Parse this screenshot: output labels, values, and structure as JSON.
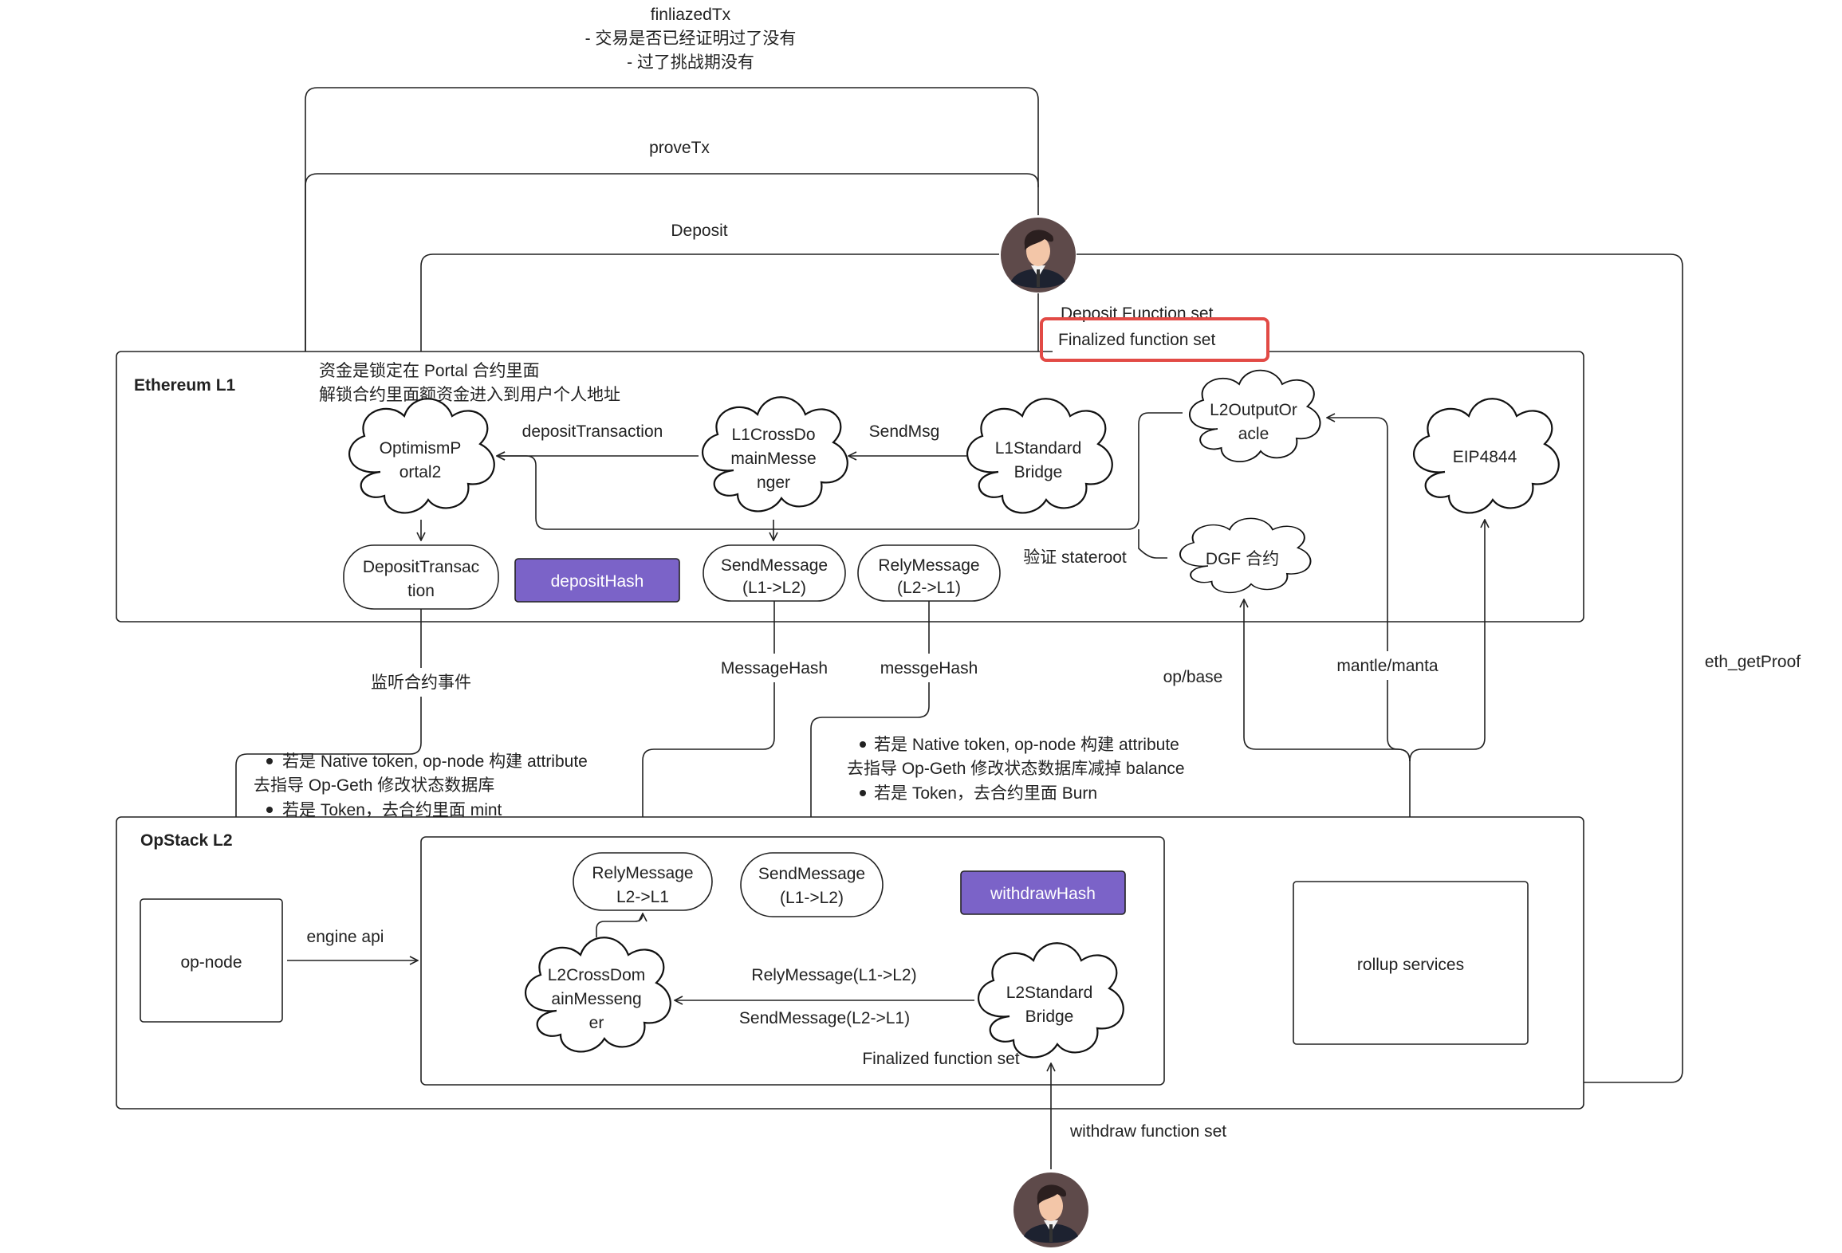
{
  "top_note": {
    "title": "finliazedTx",
    "line1": "- 交易是否已经证明过了没有",
    "line2": "- 过了挑战期没有"
  },
  "flows": {
    "prove": "proveTx",
    "deposit": "Deposit",
    "deposit_fn": "Deposit Function set",
    "finalized_fn": "Finalized function set",
    "deposit_tx": "depositTransaction",
    "send_msg": "SendMsg",
    "verify_stateroot": "验证 stateroot",
    "eth_getproof": "eth_getProof",
    "op_base": "op/base",
    "mantle_manta": "mantle/manta",
    "listen_events": "监听合约事件",
    "message_hash": "MessageHash",
    "messge_hash": "messgeHash",
    "engine_api": "engine api",
    "rely_l1_l2": "RelyMessage(L1->L2)",
    "send_l2_l1": "SendMessage(L2->L1)",
    "finalized_fn_l2": "Finalized function set",
    "withdraw_fn": "withdraw function set"
  },
  "notes": {
    "portal_line1": "资金是锁定在 Portal 合约里面",
    "portal_line2": "解锁合约里面额资金进入到用户个人地址",
    "left_bullet1": "若是 Native token, op-node 构建 attribute",
    "left_line2": "去指导 Op-Geth 修改状态数据库",
    "left_bullet2": "若是 Token，去合约里面 mint",
    "right_bullet1": "若是 Native token, op-node 构建 attribute",
    "right_line2": "去指导 Op-Geth 修改状态数据库减掉 balance",
    "right_bullet2": "若是 Token，去合约里面 Burn"
  },
  "l1": {
    "title": "Ethereum L1",
    "portal": [
      "OptimismP",
      "ortal2"
    ],
    "l1_messenger": [
      "L1CrossDo",
      "mainMesse",
      "nger"
    ],
    "l1_bridge": [
      "L1Standard",
      "Bridge"
    ],
    "oracle": [
      "L2OutputOr",
      "acle"
    ],
    "eip": "EIP4844",
    "dgf": "DGF 合约",
    "deposit_tx_box": [
      "DepositTransac",
      "tion"
    ],
    "deposit_hash": "depositHash",
    "send_message": [
      "SendMessage",
      "(L1->L2)"
    ],
    "rely_message": [
      "RelyMessage",
      "(L2->L1)"
    ]
  },
  "l2": {
    "title": "OpStack L2",
    "rely_message": [
      "RelyMessage",
      "L2->L1"
    ],
    "send_message": [
      "SendMessage",
      "(L1->L2)"
    ],
    "withdraw_hash": "withdrawHash",
    "l2_messenger": [
      "L2CrossDom",
      "ainMesseng",
      "er"
    ],
    "l2_bridge": [
      "L2Standard",
      "Bridge"
    ],
    "op_node": "op-node",
    "rollup": "rollup services"
  },
  "colors": {
    "hash_fill": "#7b63c8",
    "highlight": "#e24a45",
    "line": "#222222"
  },
  "icons": [
    "user-avatar-icon"
  ]
}
